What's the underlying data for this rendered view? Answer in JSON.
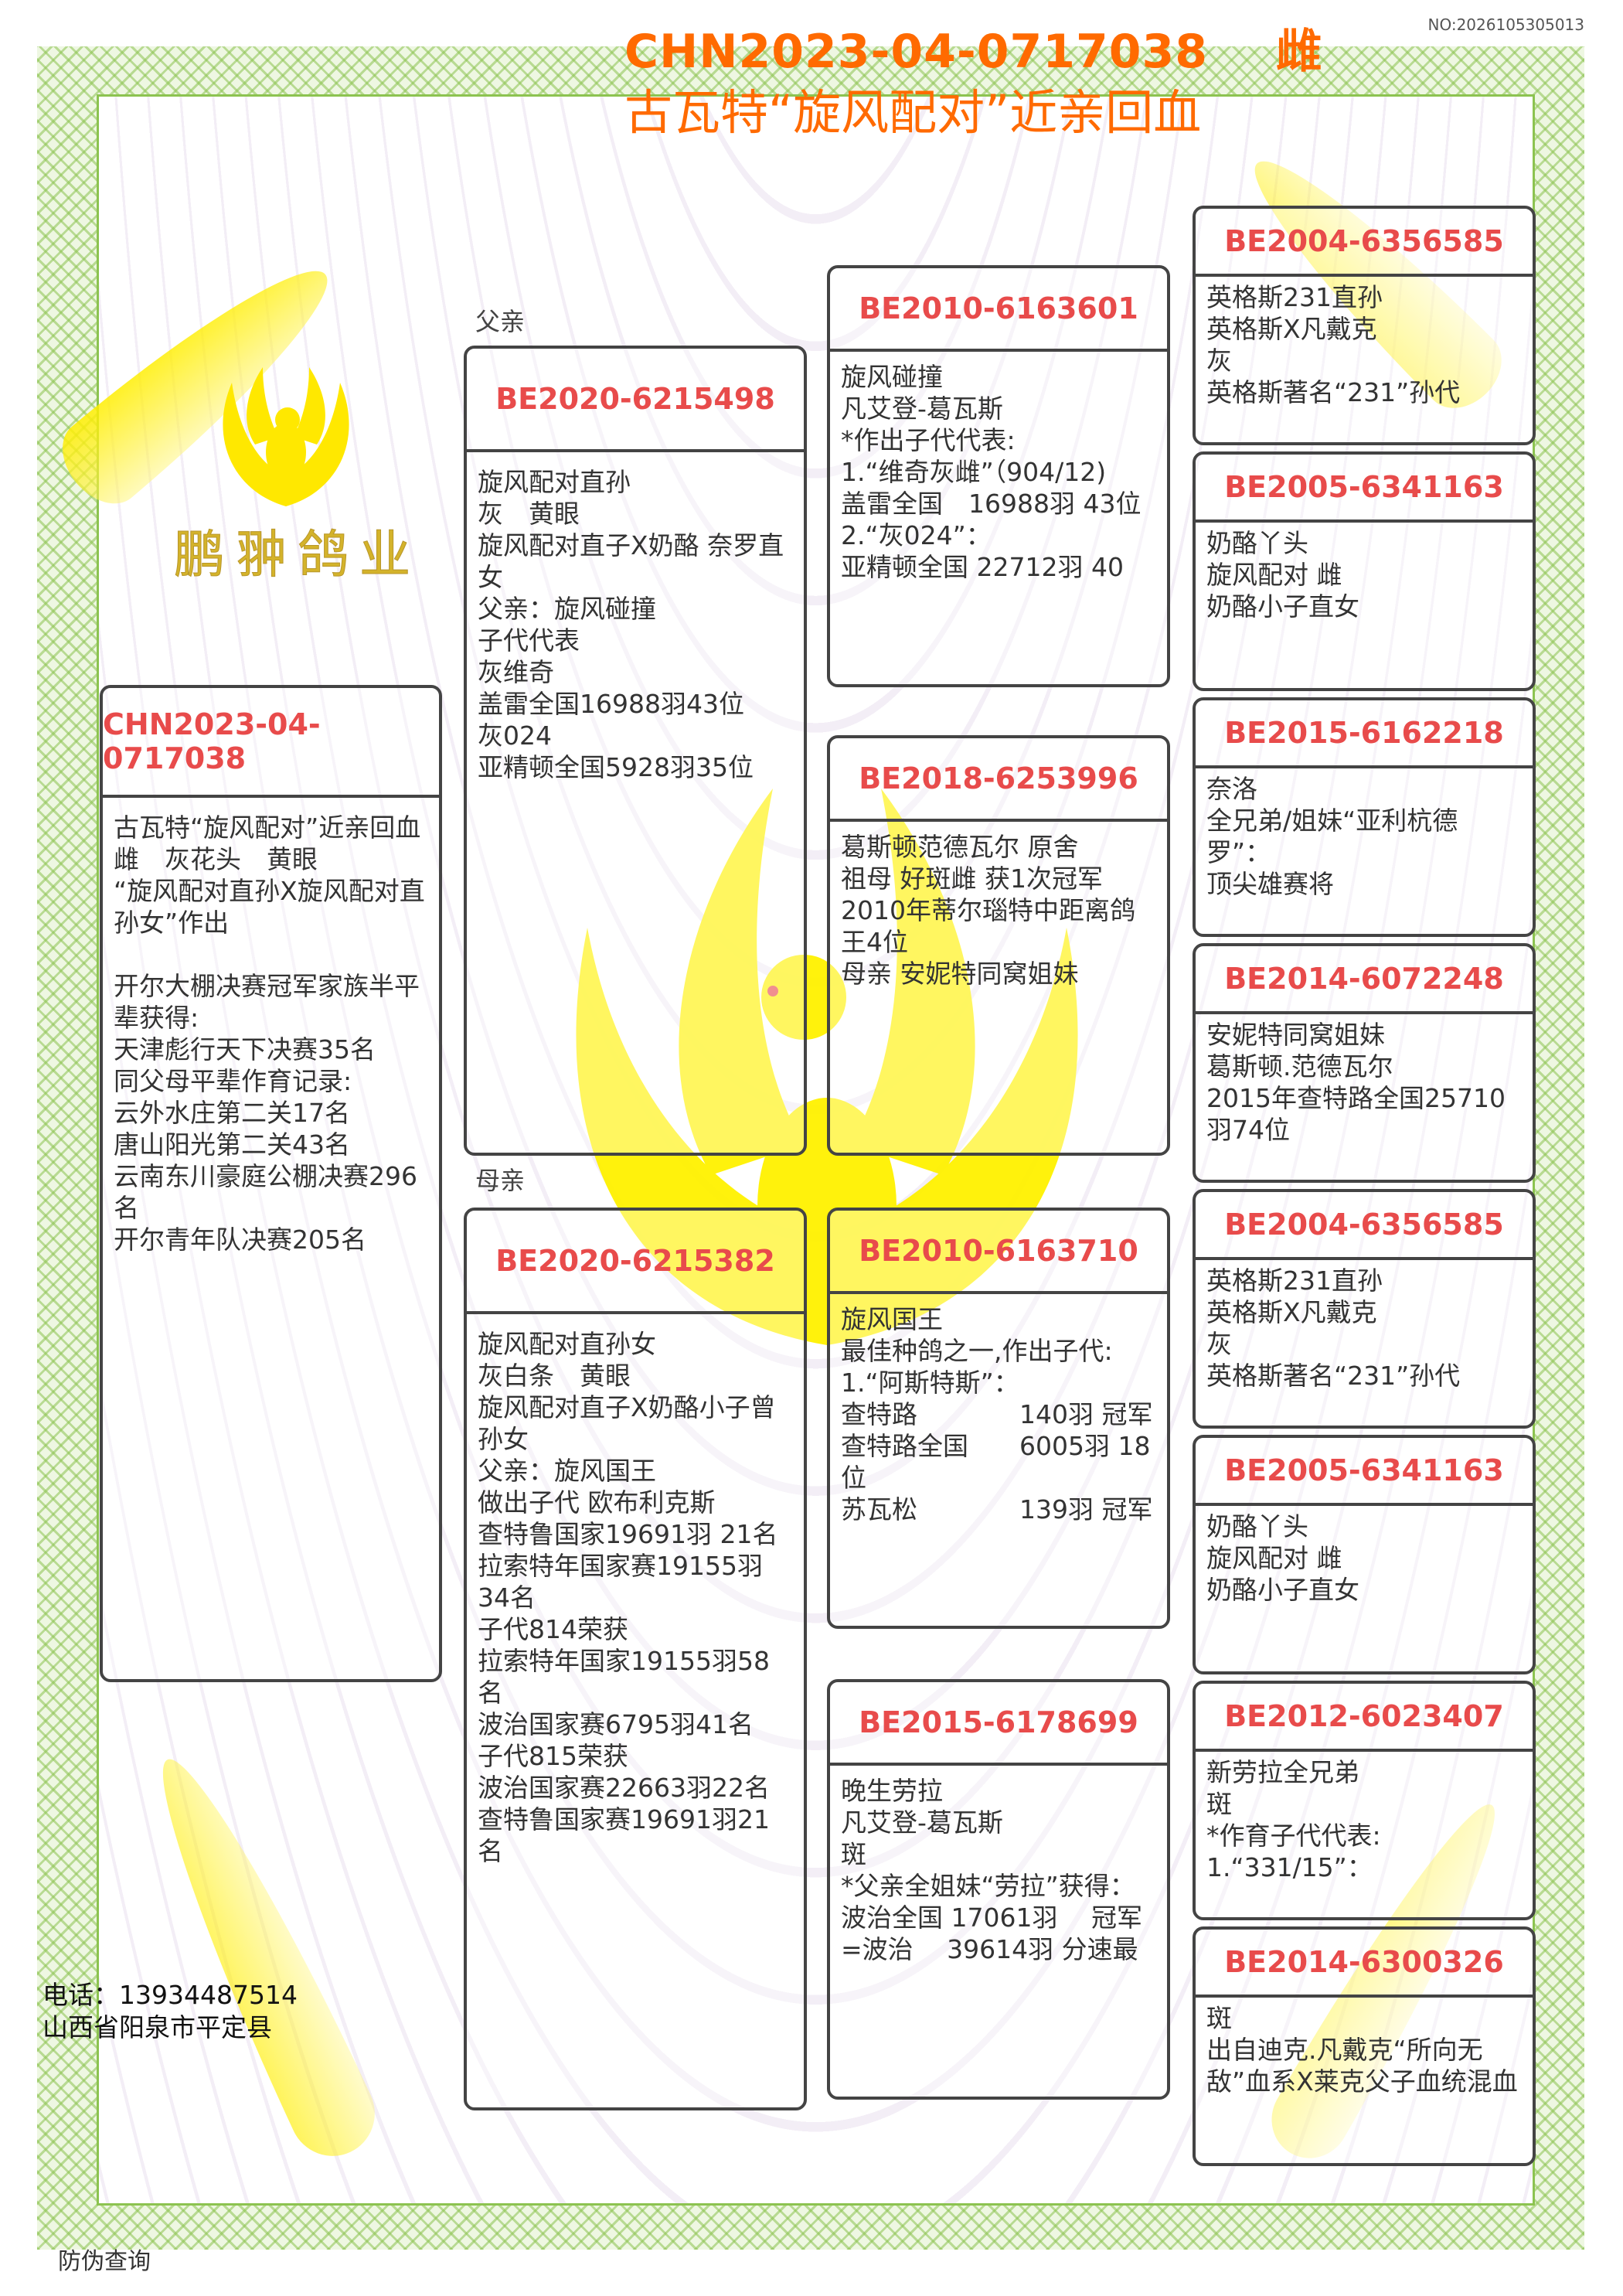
{
  "serial_no": "NO:2026105305013",
  "title": {
    "ring": "CHN2023-04-0717038",
    "sex": "雌",
    "subtitle": "古瓦特“旋风配对”近亲回血"
  },
  "brand": "鹏翀鸽业",
  "labels": {
    "sire": "父亲",
    "dam": "母亲"
  },
  "subject": {
    "id": "CHN2023-04-0717038",
    "lines": [
      "古瓦特“旋风配对”近亲回血",
      "雌　灰花头　黄眼",
      "“旋风配对直孙X旋风配对直孙女”作出",
      "",
      "开尔大棚决赛冠军家族半平辈获得:",
      "天津彪行天下决赛35名",
      "同父母平辈作育记录:",
      "云外水庄第二关17名",
      "唐山阳光第二关43名",
      "云南东川豪庭公棚决赛296名",
      "开尔青年队决赛205名"
    ]
  },
  "sire": {
    "id": "BE2020-6215498",
    "lines": [
      "旋风配对直孙",
      "灰　黄眼",
      "旋风配对直子X奶酪 奈罗直女",
      "父亲：旋风碰撞",
      "子代代表",
      "灰维奇",
      "盖雷全国16988羽43位",
      "灰024",
      "亚精顿全国5928羽35位"
    ]
  },
  "dam": {
    "id": "BE2020-6215382",
    "lines": [
      "旋风配对直孙女",
      "灰白条　黄眼",
      "旋风配对直子X奶酪小子曾孙女",
      "父亲：旋风国王",
      "做出子代 欧布利克斯",
      "查特鲁国家19691羽 21名",
      "拉索特年国家赛19155羽34名",
      "子代814荣获",
      "拉索特年国家19155羽58名",
      "波治国家赛6795羽41名",
      "子代815荣获",
      "波治国家赛22663羽22名",
      "查特鲁国家赛19691羽21名"
    ]
  },
  "grandparents": [
    {
      "id": "BE2010-6163601",
      "lines": [
        "旋风碰撞",
        "凡艾登-葛瓦斯",
        "*作出子代代表:",
        "1.“维奇灰雌”（904/12)",
        "盖雷全国　16988羽 43位",
        "2.“灰024”：",
        "亚精顿全国 22712羽 40"
      ]
    },
    {
      "id": "BE2018-6253996",
      "lines": [
        "葛斯顿范德瓦尔 原舍",
        "祖母 好斑雌 获1次冠军",
        "2010年蒂尔瑙特中距离鸽王4位",
        "母亲 安妮特同窝姐妹"
      ]
    },
    {
      "id": "BE2010-6163710",
      "lines": [
        "旋风国王",
        "最佳种鸽之一,作出子代:",
        "1.“阿斯特斯”：",
        "查特路　　　　140羽 冠军",
        "查特路全国　　6005羽 18位",
        "苏瓦松　　　　139羽 冠军"
      ]
    },
    {
      "id": "BE2015-6178699",
      "lines": [
        "晚生劳拉",
        "凡艾登-葛瓦斯",
        "斑",
        "*父亲全姐妹“劳拉”获得：",
        "波治全国 17061羽　 冠军",
        "=波治　 39614羽 分速最"
      ]
    }
  ],
  "great_grandparents": [
    {
      "id": "BE2004-6356585",
      "lines": [
        "英格斯231直孙",
        "英格斯X凡戴克",
        "灰",
        "英格斯著名“231”孙代"
      ]
    },
    {
      "id": "BE2005-6341163",
      "lines": [
        "奶酪丫头",
        "旋风配对 雌",
        "奶酪小子直女"
      ]
    },
    {
      "id": "BE2015-6162218",
      "lines": [
        "奈洛",
        "全兄弟/姐妹“亚利杭德罗”：",
        "顶尖雄赛将"
      ]
    },
    {
      "id": "BE2014-6072248",
      "lines": [
        "安妮特同窝姐妹",
        "葛斯顿.范德瓦尔",
        "2015年查特路全国25710羽74位"
      ]
    },
    {
      "id": "BE2004-6356585",
      "lines": [
        "英格斯231直孙",
        "英格斯X凡戴克",
        "灰",
        "英格斯著名“231”孙代"
      ]
    },
    {
      "id": "BE2005-6341163",
      "lines": [
        "奶酪丫头",
        "旋风配对 雌",
        "奶酪小子直女"
      ]
    },
    {
      "id": "BE2012-6023407",
      "lines": [
        "新劳拉全兄弟",
        "斑",
        "*作育子代代表:",
        "1.“331/15”："
      ]
    },
    {
      "id": "BE2014-6300326",
      "lines": [
        "斑",
        "出自迪克.凡戴克“所向无敌”血系X莱克父子血统混血"
      ]
    }
  ],
  "contact": {
    "phone": "电话：13934487514",
    "address": "山西省阳泉市平定县"
  },
  "verify_label": "防伪查询",
  "colors": {
    "title": "#ff6a00",
    "ring_id": "#e84b4b",
    "frame": "#8cc350",
    "logo": "#ffe800"
  }
}
